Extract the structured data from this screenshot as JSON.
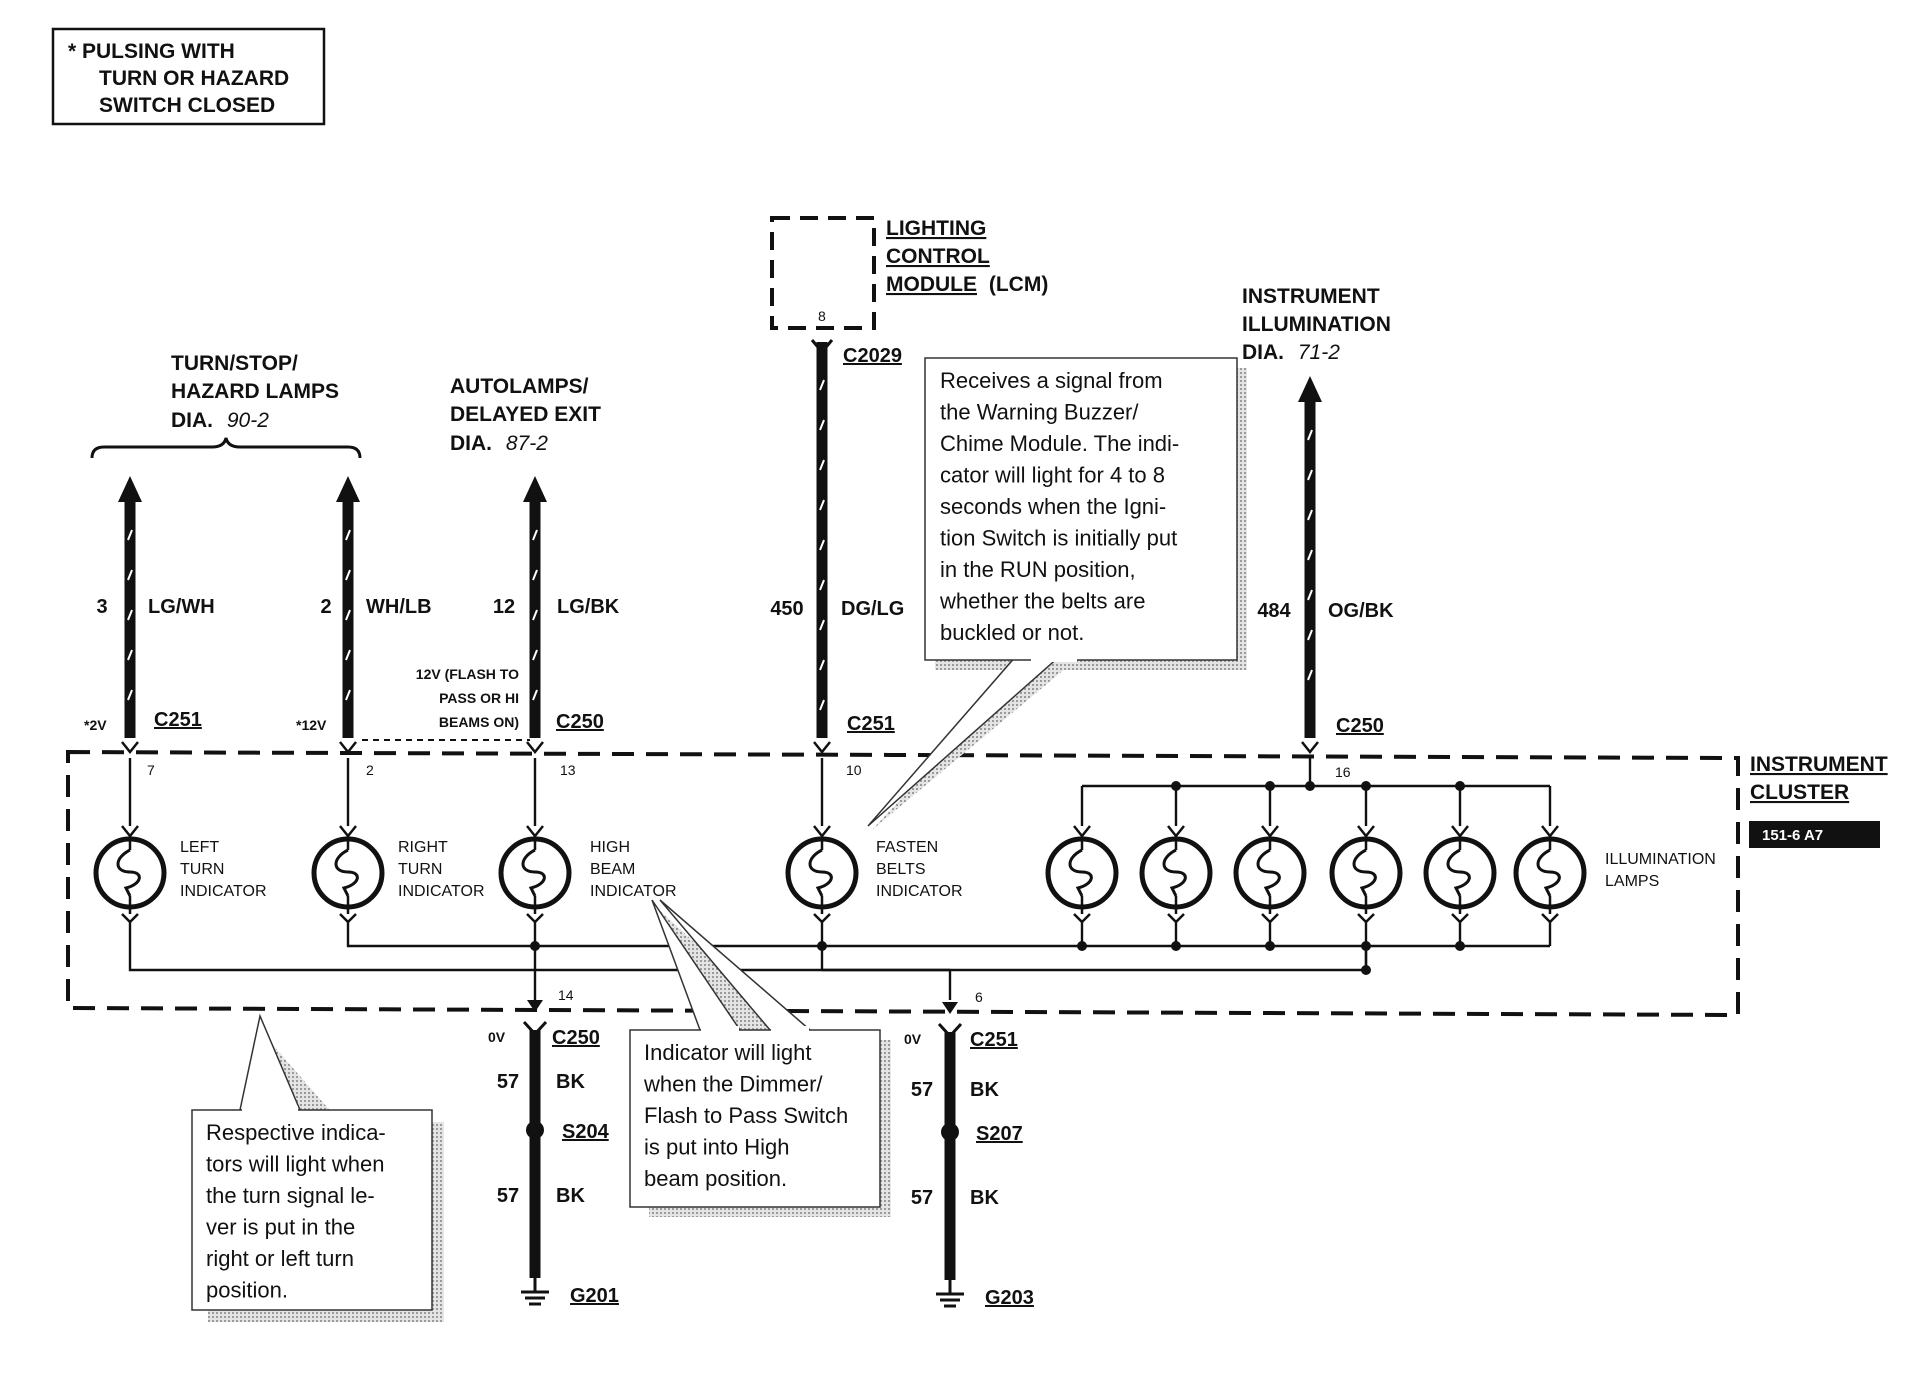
{
  "legend": {
    "line1": "*  PULSING WITH",
    "line2": "TURN OR HAZARD",
    "line3": "SWITCH CLOSED"
  },
  "lcm": {
    "line1": "LIGHTING",
    "line2": "CONTROL",
    "line3": "MODULE",
    "suffix": "(LCM)",
    "pin": "8"
  },
  "destinations": {
    "turn": {
      "line1": "TURN/STOP/",
      "line2": "HAZARD LAMPS",
      "dia": "DIA.",
      "dia_ref": "90-2"
    },
    "autolamps": {
      "line1": "AUTOLAMPS/",
      "line2": "DELAYED EXIT",
      "dia": "DIA.",
      "dia_ref": "87-2"
    },
    "illum": {
      "line1": "INSTRUMENT",
      "line2": "ILLUMINATION",
      "dia": "DIA.",
      "dia_ref": "71-2"
    }
  },
  "circuits": [
    {
      "num": "3",
      "color": "LG/WH",
      "voltage": "*2V",
      "connector": "C251",
      "pin": "7"
    },
    {
      "num": "2",
      "color": "WH/LB",
      "voltage": "*12V",
      "connector": "",
      "pin": "2"
    },
    {
      "num": "12",
      "color": "LG/BK",
      "voltage": "",
      "connector": "C250",
      "pin": "13"
    },
    {
      "num": "450",
      "color": "DG/LG",
      "voltage": "",
      "connector": "C251",
      "pin": "10"
    },
    {
      "num": "484",
      "color": "OG/BK",
      "voltage": "",
      "connector": "C250",
      "pin": "16"
    }
  ],
  "lcm_connector": "C2029",
  "high_beam_voltage": {
    "line1": "12V (FLASH TO",
    "line2": "PASS OR HI",
    "line3": "BEAMS ON)"
  },
  "cluster": {
    "line1": "INSTRUMENT",
    "line2": "CLUSTER",
    "code": "151-6 A7"
  },
  "bulbs": {
    "left": {
      "line1": "LEFT",
      "line2": "TURN",
      "line3": "INDICATOR"
    },
    "right": {
      "line1": "RIGHT",
      "line2": "TURN",
      "line3": "INDICATOR"
    },
    "high": {
      "line1": "HIGH",
      "line2": "BEAM",
      "line3": "INDICATOR"
    },
    "fasten": {
      "line1": "FASTEN",
      "line2": "BELTS",
      "line3": "INDICATOR"
    },
    "illum": {
      "line1": "ILLUMINATION",
      "line2": "LAMPS"
    }
  },
  "grounds": [
    {
      "pin": "14",
      "voltage": "0V",
      "connector": "C250",
      "num_top": "57",
      "color_top": "BK",
      "splice": "S204",
      "num_bottom": "57",
      "color_bottom": "BK",
      "ground": "G201"
    },
    {
      "pin": "6",
      "voltage": "0V",
      "connector": "C251",
      "num_top": "57",
      "color_top": "BK",
      "splice": "S207",
      "num_bottom": "57",
      "color_bottom": "BK",
      "ground": "G203"
    }
  ],
  "notes": {
    "buzzer": [
      "Receives a signal from",
      "the  Warning  Buzzer/",
      "Chime  Module. The indi-",
      "cator will light for 4 to 8",
      "seconds when the Igni-",
      "tion Switch is initially put",
      "in the RUN position,",
      "whether the belts are",
      "buckled or not."
    ],
    "highbeam": [
      "Indicator will light",
      "when the Dimmer/",
      "Flash to Pass Switch",
      "is put into High",
      "beam position."
    ],
    "turn": [
      "Respective indica-",
      "tors will light when",
      "the turn signal le-",
      "ver is put in the",
      "right or left turn",
      "position."
    ]
  }
}
